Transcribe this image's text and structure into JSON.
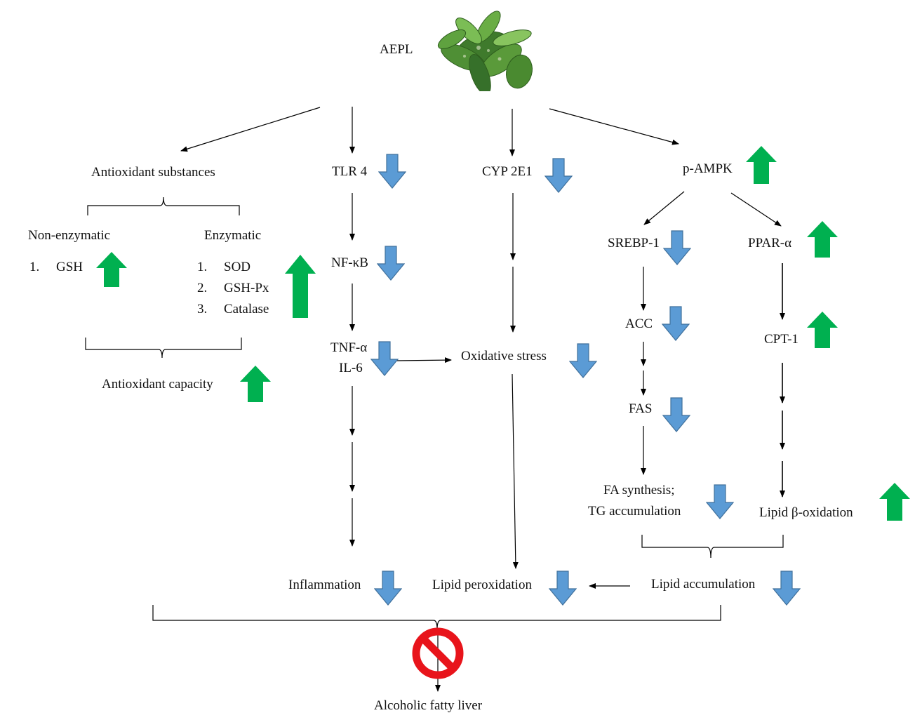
{
  "colors": {
    "up_arrow": "#00b050",
    "down_arrow": "#5b9bd5",
    "down_arrow_stroke": "#41719c",
    "line": "#000000",
    "prohibit": "#e8141b"
  },
  "top": {
    "label": "AEPL",
    "plant_icon": "plant-leaves-icon"
  },
  "antioxidant": {
    "substances": "Antioxidant substances",
    "non_enzymatic": {
      "title": "Non-enzymatic",
      "items": [
        {
          "num": "1.",
          "name": "GSH"
        }
      ]
    },
    "enzymatic": {
      "title": "Enzymatic",
      "items": [
        {
          "num": "1.",
          "name": "SOD"
        },
        {
          "num": "2.",
          "name": "GSH-Px"
        },
        {
          "num": "3.",
          "name": "Catalase"
        }
      ]
    },
    "capacity": "Antioxidant capacity"
  },
  "inflammation_path": {
    "tlr4": "TLR 4",
    "nfkb": "NF-κB",
    "tnf": "TNF-α",
    "il6": "IL-6",
    "inflammation": "Inflammation"
  },
  "oxidative_path": {
    "cyp": "CYP 2E1",
    "stress": "Oxidative stress",
    "peroxidation": "Lipid peroxidation"
  },
  "ampk_path": {
    "pampk": "p-AMPK",
    "srebp": "SREBP-1",
    "acc": "ACC",
    "fas": "FAS",
    "fa_synthesis": "FA synthesis;",
    "tg_accumulation": "TG  accumulation",
    "ppar": "PPAR-α",
    "cpt": "CPT-1",
    "beta_oxidation": "Lipid β-oxidation",
    "lipid_accumulation": "Lipid accumulation"
  },
  "outcome": {
    "label": "Alcoholic fatty liver",
    "prohibit_icon": "prohibition-icon"
  }
}
